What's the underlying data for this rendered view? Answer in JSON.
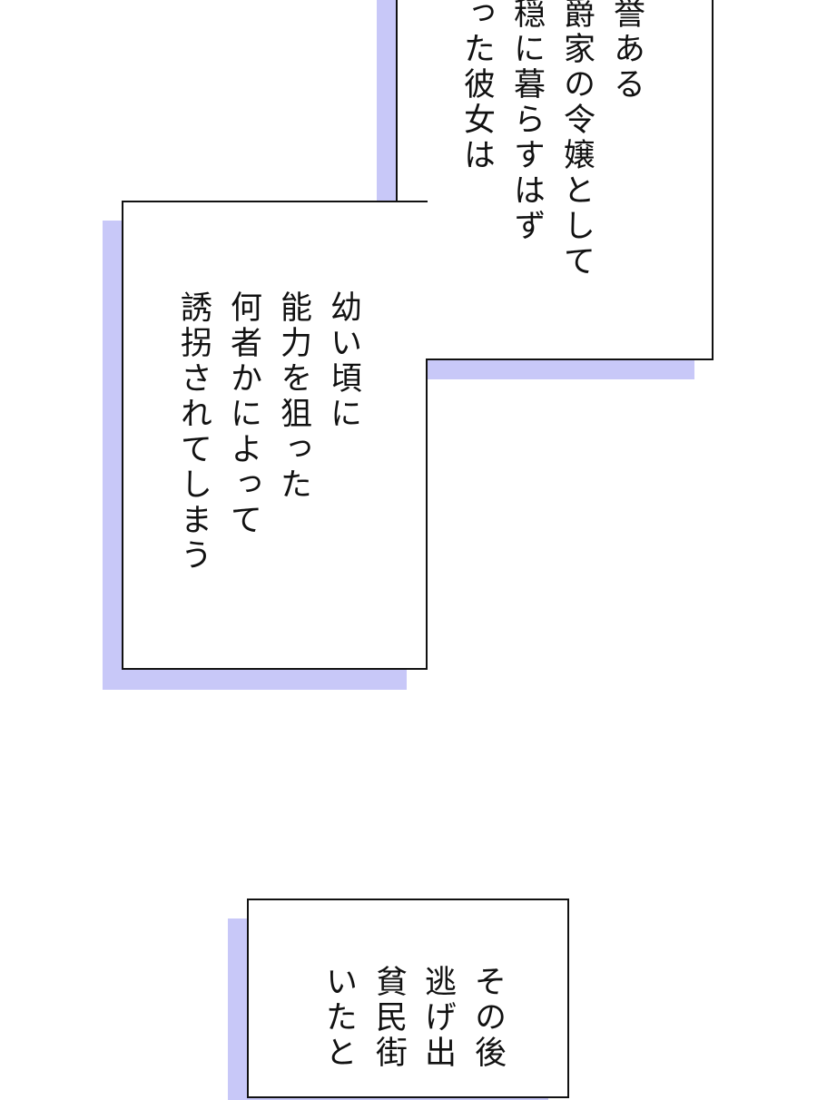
{
  "panels": [
    {
      "id": "top-right",
      "columns": [
        "誉ある",
        "爵家の令嬢として",
        "穏に暮らすはず",
        "った彼女は"
      ]
    },
    {
      "id": "middle-left",
      "columns": [
        "幼い頃に",
        "能力を狙った",
        "何者かによって",
        "誘拐されてしまう"
      ]
    },
    {
      "id": "bottom",
      "columns": [
        "その後",
        "逃げ出",
        "貧民街",
        "いたと"
      ]
    }
  ],
  "colors": {
    "shadow": "#c8c8f8",
    "border": "#111111",
    "background": "#ffffff"
  }
}
